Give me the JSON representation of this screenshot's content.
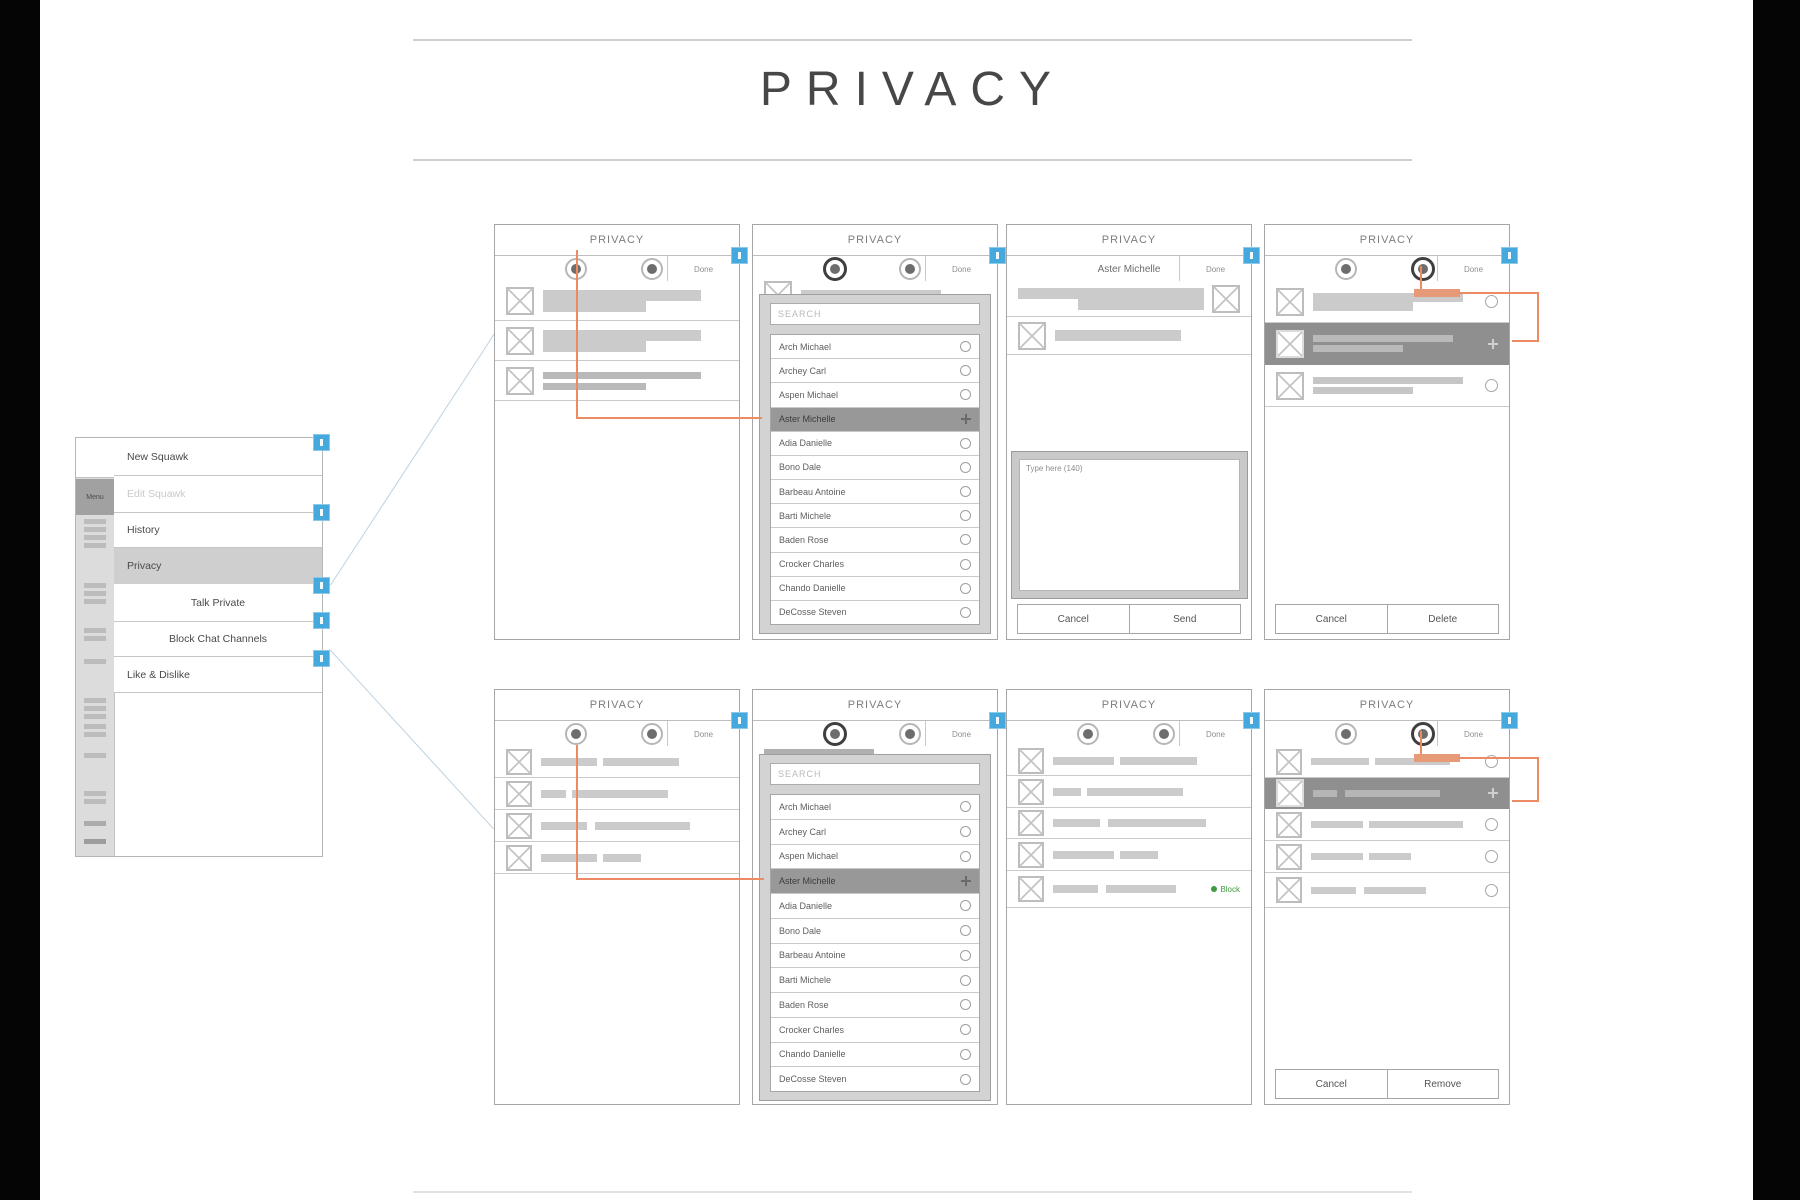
{
  "page": {
    "title": "PRIVACY"
  },
  "sidebar": {
    "rail_label": "Menu",
    "items": [
      {
        "label": "New Squawk"
      },
      {
        "label": "Edit Squawk"
      },
      {
        "label": "History"
      },
      {
        "label": "Privacy"
      },
      {
        "label": "Talk Private"
      },
      {
        "label": "Block Chat Channels"
      },
      {
        "label": "Like & Dislike"
      }
    ]
  },
  "people": [
    "Arch Michael",
    "Archey Carl",
    "Aspen Michael",
    "Aster Michelle",
    "Adia Danielle",
    "Bono Dale",
    "Barbeau Antoine",
    "Barti Michele",
    "Baden Rose",
    "Crocker Charles",
    "Chando Danielle",
    "DeCosse Steven"
  ],
  "screens": {
    "s1": {
      "title": "PRIVACY",
      "done": "Done"
    },
    "s2": {
      "title": "PRIVACY",
      "done": "Done",
      "search_placeholder": "SEARCH"
    },
    "s3": {
      "title": "PRIVACY",
      "subtitle": "Aster Michelle",
      "done": "Done",
      "compose_placeholder": "Type here (140)",
      "cancel": "Cancel",
      "send": "Send"
    },
    "s4": {
      "title": "PRIVACY",
      "done": "Done",
      "cancel": "Cancel",
      "delete": "Delete"
    },
    "s5": {
      "title": "PRIVACY",
      "done": "Done"
    },
    "s6": {
      "title": "PRIVACY",
      "done": "Done",
      "search_placeholder": "SEARCH"
    },
    "s7": {
      "title": "PRIVACY",
      "done": "Done",
      "status_label": "Block"
    },
    "s8": {
      "title": "PRIVACY",
      "done": "Done",
      "cancel": "Cancel",
      "remove": "Remove"
    }
  },
  "colors": {
    "accent_blue": "#45a9dd",
    "connector_orange": "#ec8a63",
    "connector_blue": "#bdd2df",
    "selected_gray": "#8f8f8f",
    "status_green": "#3f9b3f"
  }
}
